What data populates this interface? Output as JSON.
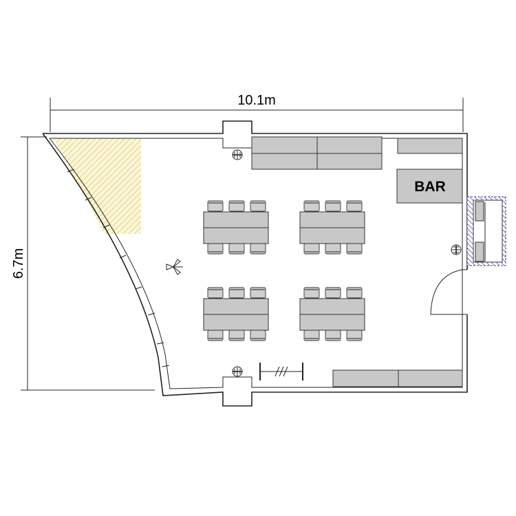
{
  "dimensions": {
    "width_label": "10.1m",
    "height_label": "6.7m"
  },
  "bar": {
    "label": "BAR"
  },
  "colors": {
    "furniture": "#c8c8c8",
    "wall": "#222222",
    "stage_hatch": "#e6d57a",
    "dj_hatch": "#3a3aa0"
  },
  "icons": [
    "fan-icon",
    "speaker-icon",
    "door-swing-icon",
    "clothes-rack-icon"
  ]
}
